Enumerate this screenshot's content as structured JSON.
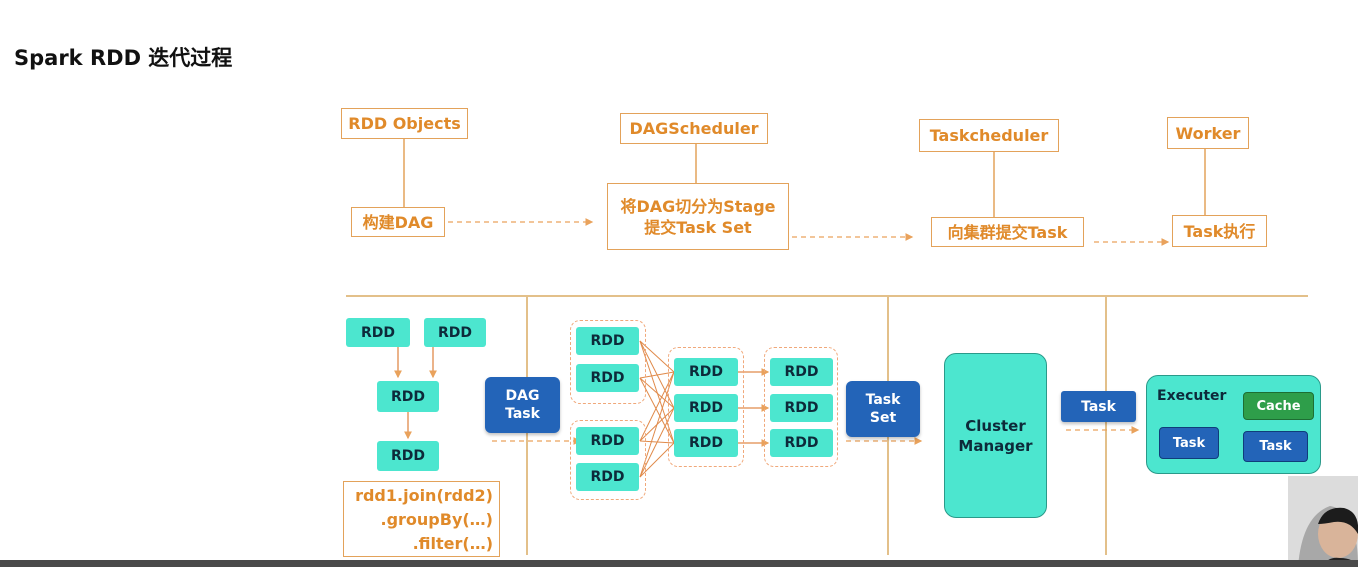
{
  "title": "Spark RDD 迭代过程",
  "top": {
    "headers": [
      "RDD Objects",
      "DAGScheduler",
      "Taskcheduler",
      "Worker"
    ],
    "actions": [
      "构建DAG",
      "将DAG切分为Stage\n提交Task Set",
      "向集群提交Task",
      "Task执行"
    ]
  },
  "bottom": {
    "rdd_label": "RDD",
    "code_lines": [
      "rdd1.join(rdd2)",
      ".groupBy(…)",
      ".filter(…)"
    ],
    "dag_task": "DAG\nTask",
    "task_set": "Task\nSet",
    "cluster_manager": "Cluster\nManager",
    "task": "Task",
    "executer": "Executer",
    "cache": "Cache"
  },
  "colors": {
    "orange": "#e08a2a",
    "teal": "#4ce6cf",
    "navy": "#2364b8",
    "green": "#2e9e4a"
  }
}
